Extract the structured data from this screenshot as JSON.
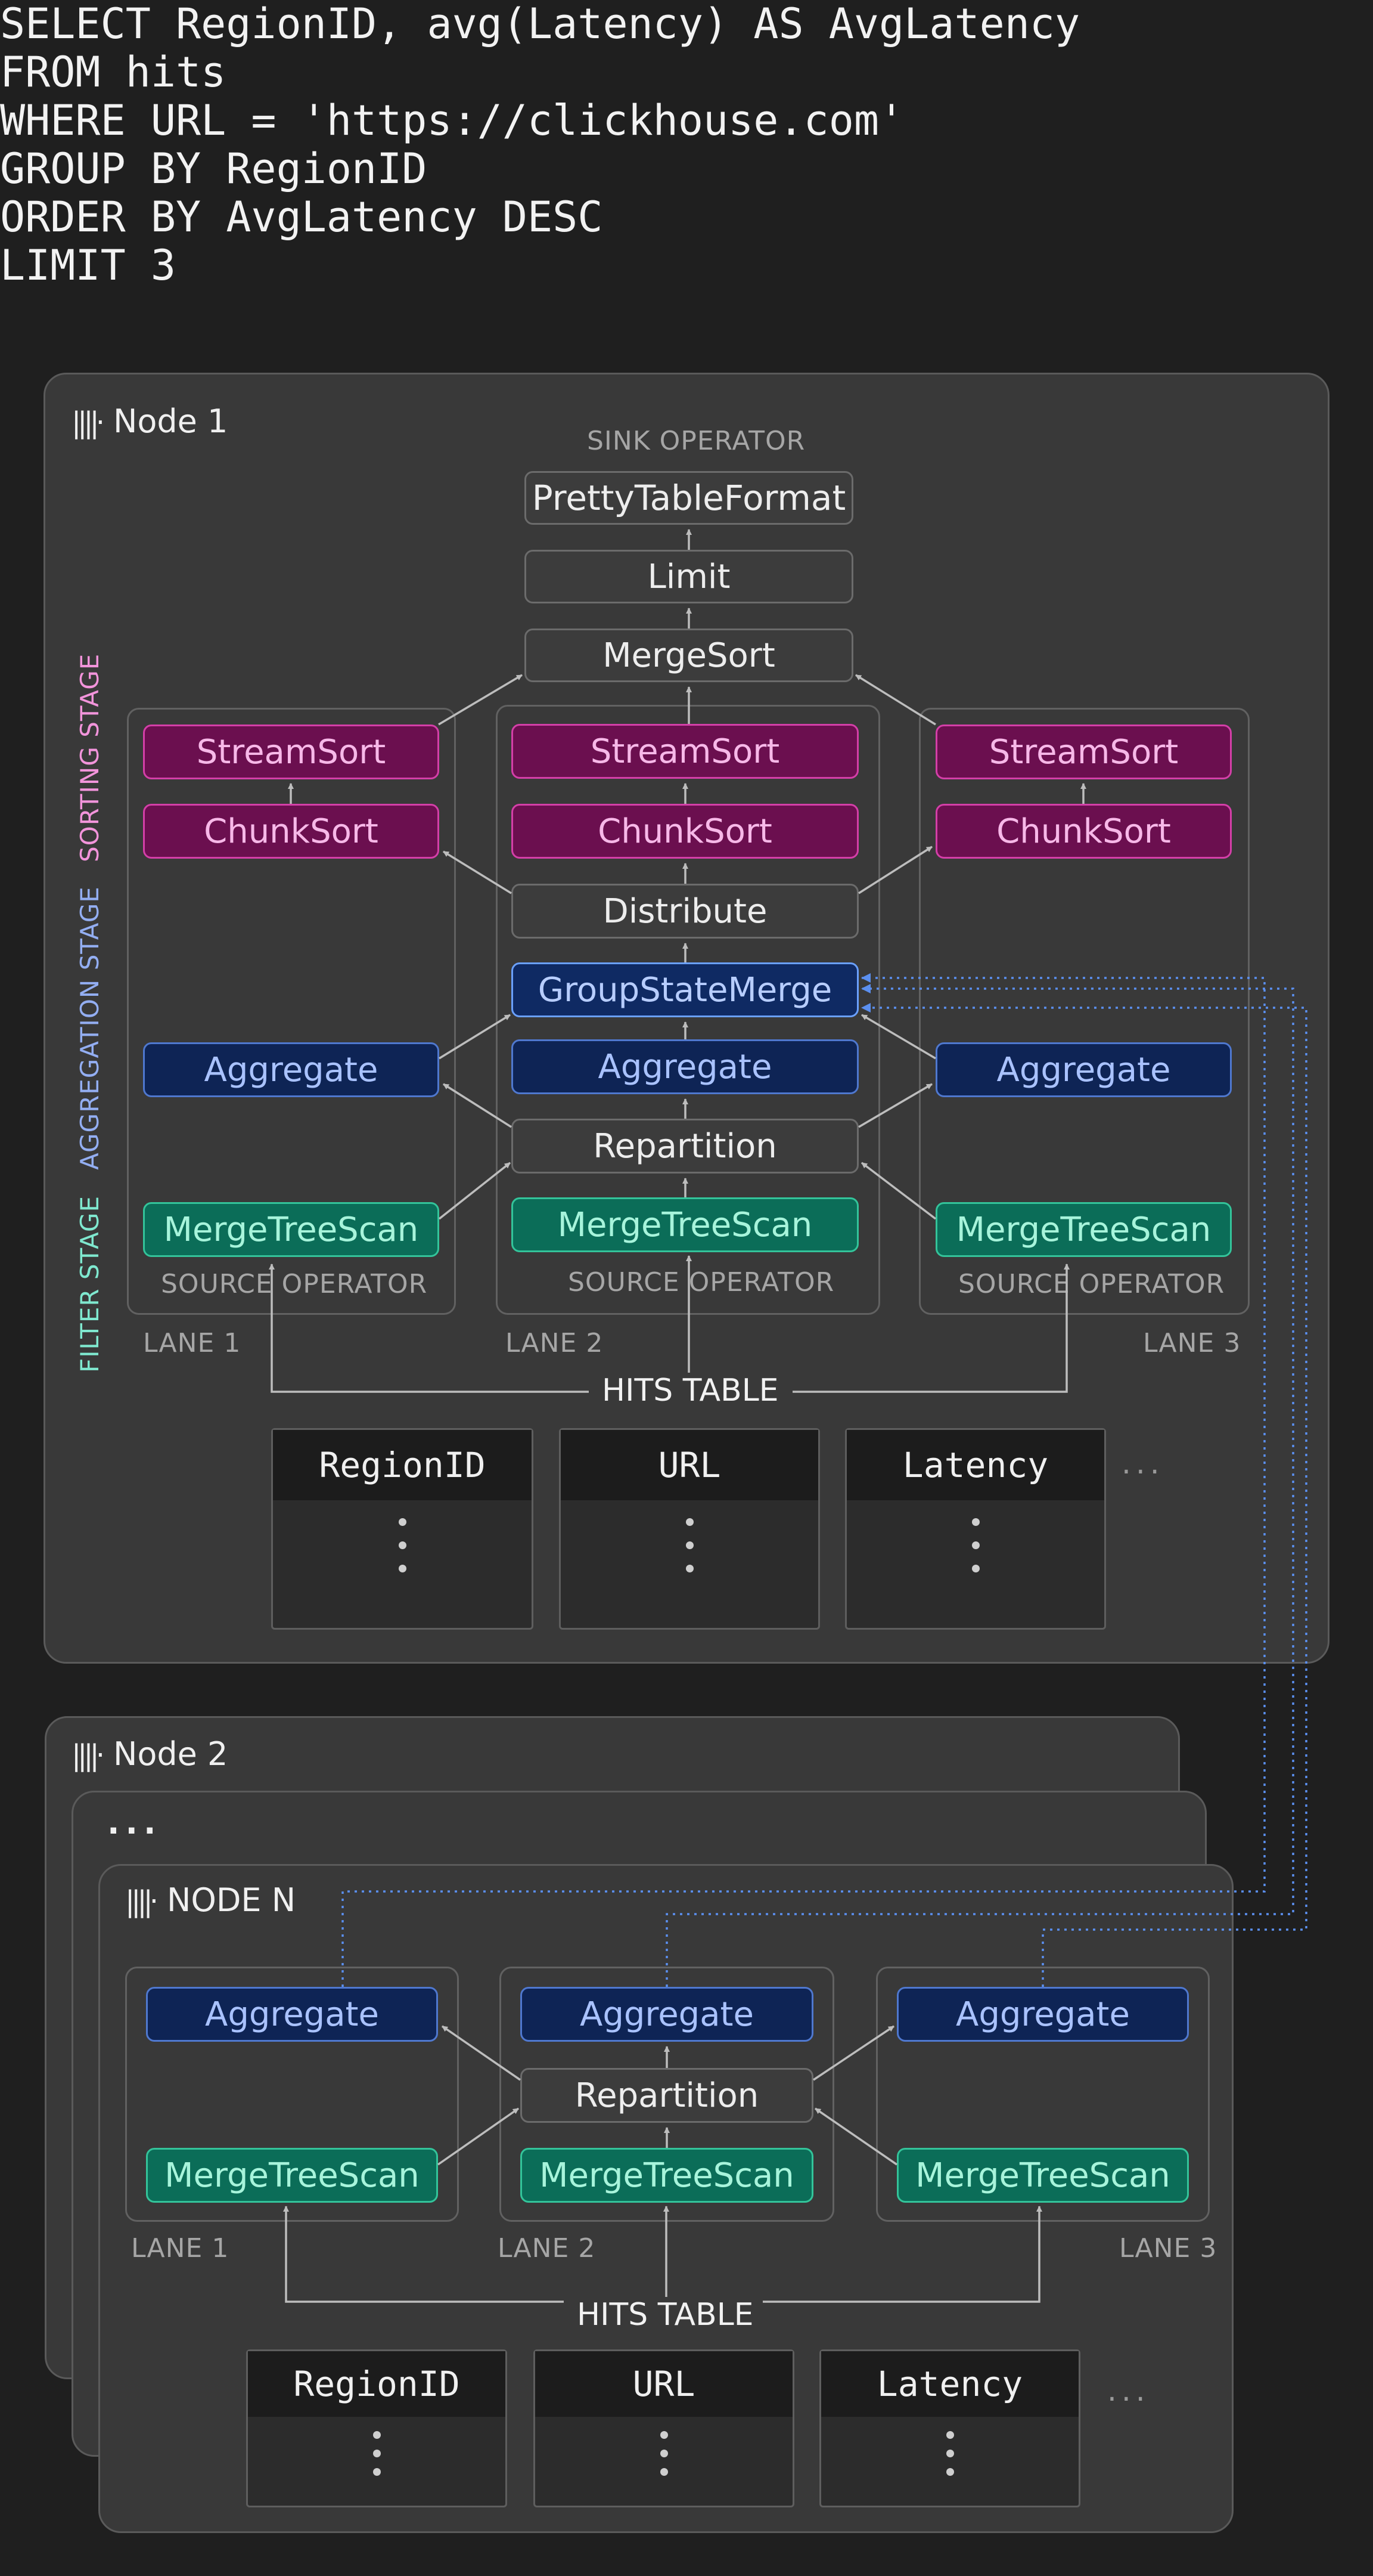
{
  "sql": [
    "SELECT RegionID, avg(Latency) AS AvgLatency",
    "FROM hits",
    "WHERE URL = 'https://clickhouse.com'",
    "GROUP BY RegionID",
    "ORDER BY AvgLatency DESC",
    "LIMIT 3"
  ],
  "node1": {
    "title": "Node 1",
    "sink_label": "SINK OPERATOR",
    "ops": {
      "pretty": "PrettyTableFormat",
      "limit": "Limit",
      "mergesort": "MergeSort",
      "streamsort": "StreamSort",
      "chunksort": "ChunkSort",
      "distribute": "Distribute",
      "gsm": "GroupStateMerge",
      "aggregate": "Aggregate",
      "repartition": "Repartition",
      "scan": "MergeTreeScan"
    },
    "source_label": "SOURCE OPERATOR",
    "stages": {
      "sorting": "SORTING STAGE",
      "aggregation": "AGGREGATION STAGE",
      "filter": "FILTER STAGE"
    },
    "lanes": [
      "LANE 1",
      "LANE 2",
      "LANE 3"
    ],
    "hits": "HITS TABLE",
    "columns": [
      "RegionID",
      "URL",
      "Latency"
    ],
    "more": "..."
  },
  "node2": {
    "title": "Node 2"
  },
  "mid": {
    "ellipsis": "..."
  },
  "nodeN": {
    "title": "NODE N",
    "ops": {
      "aggregate": "Aggregate",
      "repartition": "Repartition",
      "scan": "MergeTreeScan"
    },
    "lanes": [
      "LANE 1",
      "LANE 2",
      "LANE 3"
    ],
    "hits": "HITS TABLE",
    "columns": [
      "RegionID",
      "URL",
      "Latency"
    ],
    "more": "..."
  },
  "colors": {
    "sorting": "#f294db",
    "aggregation": "#93aef2",
    "filter": "#7fe8cf",
    "link": "#5b8fef"
  }
}
